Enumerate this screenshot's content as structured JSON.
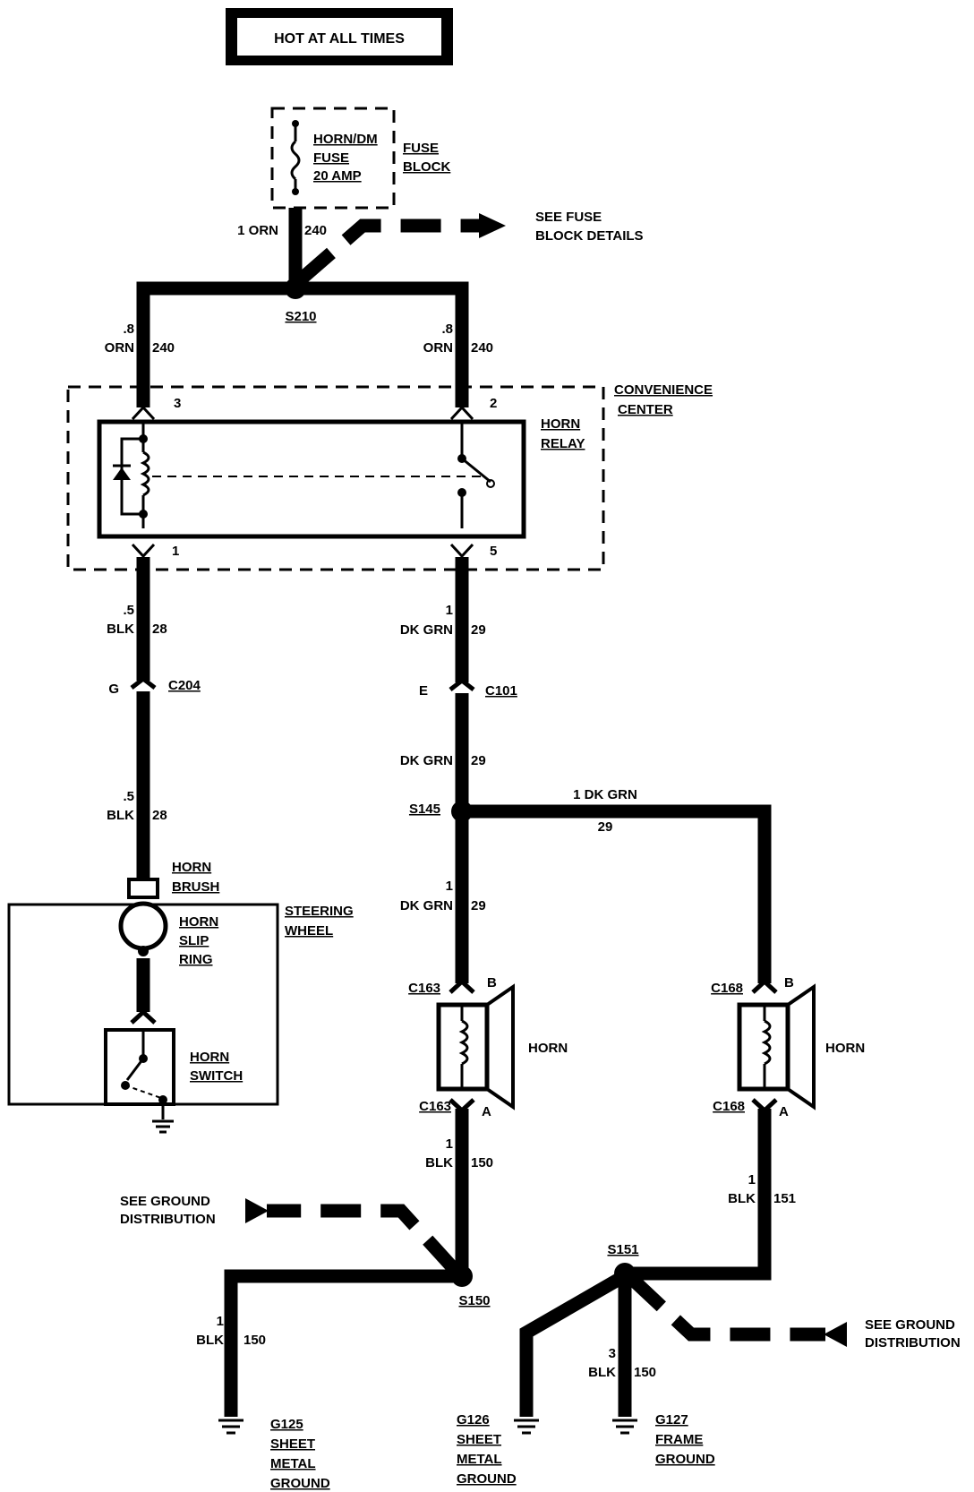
{
  "header": {
    "title": "HOT AT ALL TIMES"
  },
  "fuse": {
    "name_line1": "HORN/DM",
    "name_line2": "FUSE",
    "rating": "20 AMP",
    "block_line1": "FUSE",
    "block_line2": "BLOCK"
  },
  "see_fuse": {
    "line1": "SEE FUSE",
    "line2": "BLOCK DETAILS"
  },
  "wires": {
    "feed": {
      "gauge": "1 ORN",
      "circuit": "240"
    },
    "left_orn": {
      "gauge": ".8",
      "color": "ORN",
      "circuit": "240"
    },
    "right_orn": {
      "gauge": ".8",
      "color": "ORN",
      "circuit": "240"
    },
    "relay_to_brush_top": {
      "gauge": ".5",
      "color": "BLK",
      "circuit": "28"
    },
    "relay_to_brush_bottom": {
      "gauge": ".5",
      "color": "BLK",
      "circuit": "28"
    },
    "relay_out_top": {
      "gauge": "1",
      "color": "DK GRN",
      "circuit": "29"
    },
    "relay_out_mid": {
      "color": "DK GRN",
      "circuit": "29"
    },
    "to_horn1": {
      "gauge": "1",
      "color": "DK GRN",
      "circuit": "29"
    },
    "to_horn2": {
      "label": "1 DK GRN",
      "circuit": "29"
    },
    "horn1_ground": {
      "gauge": "1",
      "color": "BLK",
      "circuit": "150"
    },
    "horn2_ground": {
      "gauge": "1",
      "color": "BLK",
      "circuit": "151"
    },
    "g125_wire": {
      "gauge": "1",
      "color": "BLK",
      "circuit": "150"
    },
    "g127_wire": {
      "gauge": "3",
      "color": "BLK",
      "circuit": "150"
    }
  },
  "splices": {
    "s210": "S210",
    "s145": "S145",
    "s150": "S150",
    "s151": "S151"
  },
  "convenience_center": {
    "line1": "CONVENIENCE",
    "line2": "CENTER"
  },
  "relay": {
    "line1": "HORN",
    "line2": "RELAY",
    "pin3": "3",
    "pin2": "2",
    "pin1": "1",
    "pin5": "5"
  },
  "connectors": {
    "c204": {
      "pin": "G",
      "name": "C204"
    },
    "c101": {
      "pin": "E",
      "name": "C101"
    },
    "c163_top": {
      "name": "C163",
      "pin": "B"
    },
    "c163_bottom": {
      "name": "C163",
      "pin": "A"
    },
    "c168_top": {
      "name": "C168",
      "pin": "B"
    },
    "c168_bottom": {
      "name": "C168",
      "pin": "A"
    }
  },
  "steering": {
    "wheel_line1": "STEERING",
    "wheel_line2": "WHEEL",
    "brush_line1": "HORN",
    "brush_line2": "BRUSH",
    "ring_line1": "HORN",
    "ring_line2": "SLIP",
    "ring_line3": "RING",
    "switch_line1": "HORN",
    "switch_line2": "SWITCH"
  },
  "horns": {
    "horn1": "HORN",
    "horn2": "HORN"
  },
  "ground_refs": {
    "left": {
      "line1": "SEE GROUND",
      "line2": "DISTRIBUTION"
    },
    "right": {
      "line1": "SEE GROUND",
      "line2": "DISTRIBUTION"
    }
  },
  "grounds": {
    "g125": {
      "line1": "G125",
      "line2": "SHEET",
      "line3": "METAL",
      "line4": "GROUND"
    },
    "g126": {
      "line1": "G126",
      "line2": "SHEET",
      "line3": "METAL",
      "line4": "GROUND"
    },
    "g127": {
      "line1": "G127",
      "line2": "FRAME",
      "line3": "GROUND"
    }
  }
}
